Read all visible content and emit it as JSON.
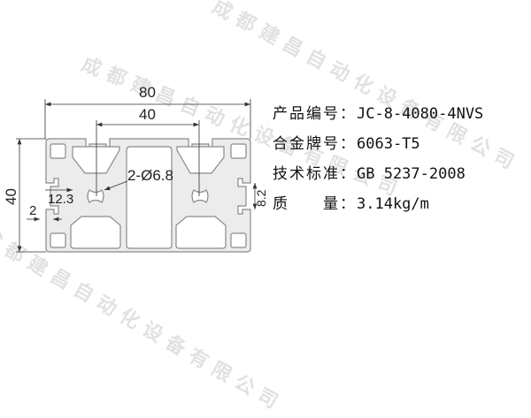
{
  "drawing": {
    "dimensions": {
      "overall_width": "80",
      "slot_spacing": "40",
      "height": "40",
      "hole": "2-Ø6.8",
      "offset": "12.3",
      "wall": "2",
      "slot_width": "8.2"
    },
    "colors": {
      "profile_fill": "#ececec",
      "profile_stroke": "#8a8a8a",
      "dimension_line": "#333333"
    }
  },
  "specs": [
    {
      "label": "产品编号：",
      "value": "JC-8-4080-4NVS"
    },
    {
      "label": "合金牌号：",
      "value": "6063-T5"
    },
    {
      "label": "技术标准：",
      "value": "GB 5237-2008"
    },
    {
      "label": "质　　量：",
      "value": "3.14kg/m"
    }
  ],
  "watermark": "成都建昌自动化设备有限公司"
}
